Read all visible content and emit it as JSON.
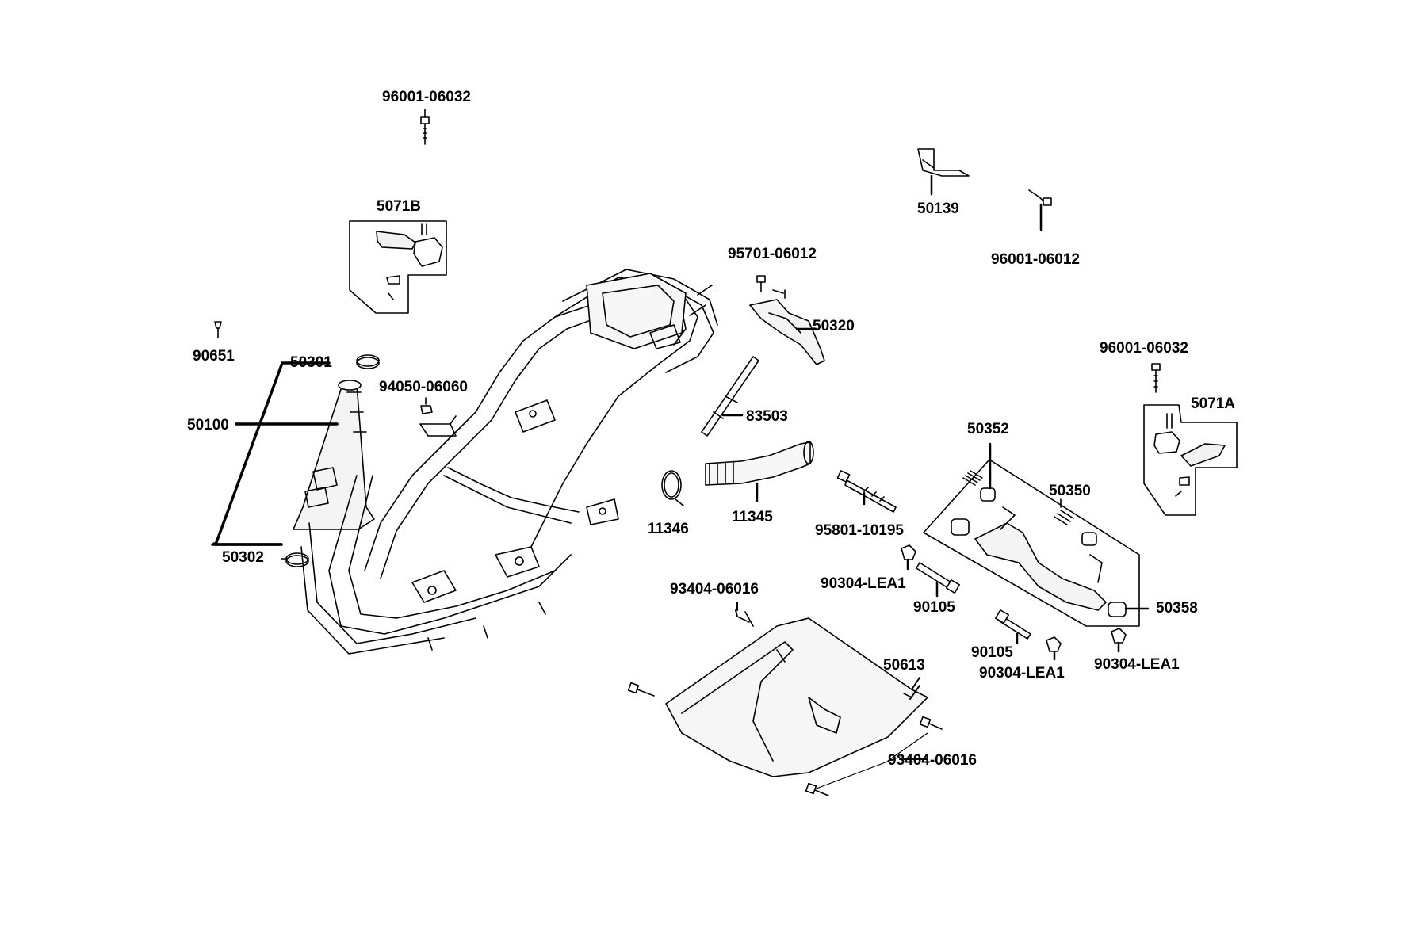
{
  "parts": {
    "p_96001_06032_top": "96001-06032",
    "p_50139": "50139",
    "p_96001_06012": "96001-06012",
    "p_5071B": "5071B",
    "p_95701_06012": "95701-06012",
    "p_50320": "50320",
    "p_90651": "90651",
    "p_50301": "50301",
    "p_94050_06060": "94050-06060",
    "p_50100": "50100",
    "p_83503": "83503",
    "p_96001_06032_right": "96001-06032",
    "p_5071A": "5071A",
    "p_50352": "50352",
    "p_50350": "50350",
    "p_11346": "11346",
    "p_11345": "11345",
    "p_95801_10195": "95801-10195",
    "p_50302": "50302",
    "p_90304_LEA1_a": "90304-LEA1",
    "p_90105_a": "90105",
    "p_50358": "50358",
    "p_93404_06016_top": "93404-06016",
    "p_90105_b": "90105",
    "p_90304_LEA1_b": "90304-LEA1",
    "p_90304_LEA1_c": "90304-LEA1",
    "p_50613": "50613",
    "p_93404_06016_bottom": "93404-06016"
  }
}
